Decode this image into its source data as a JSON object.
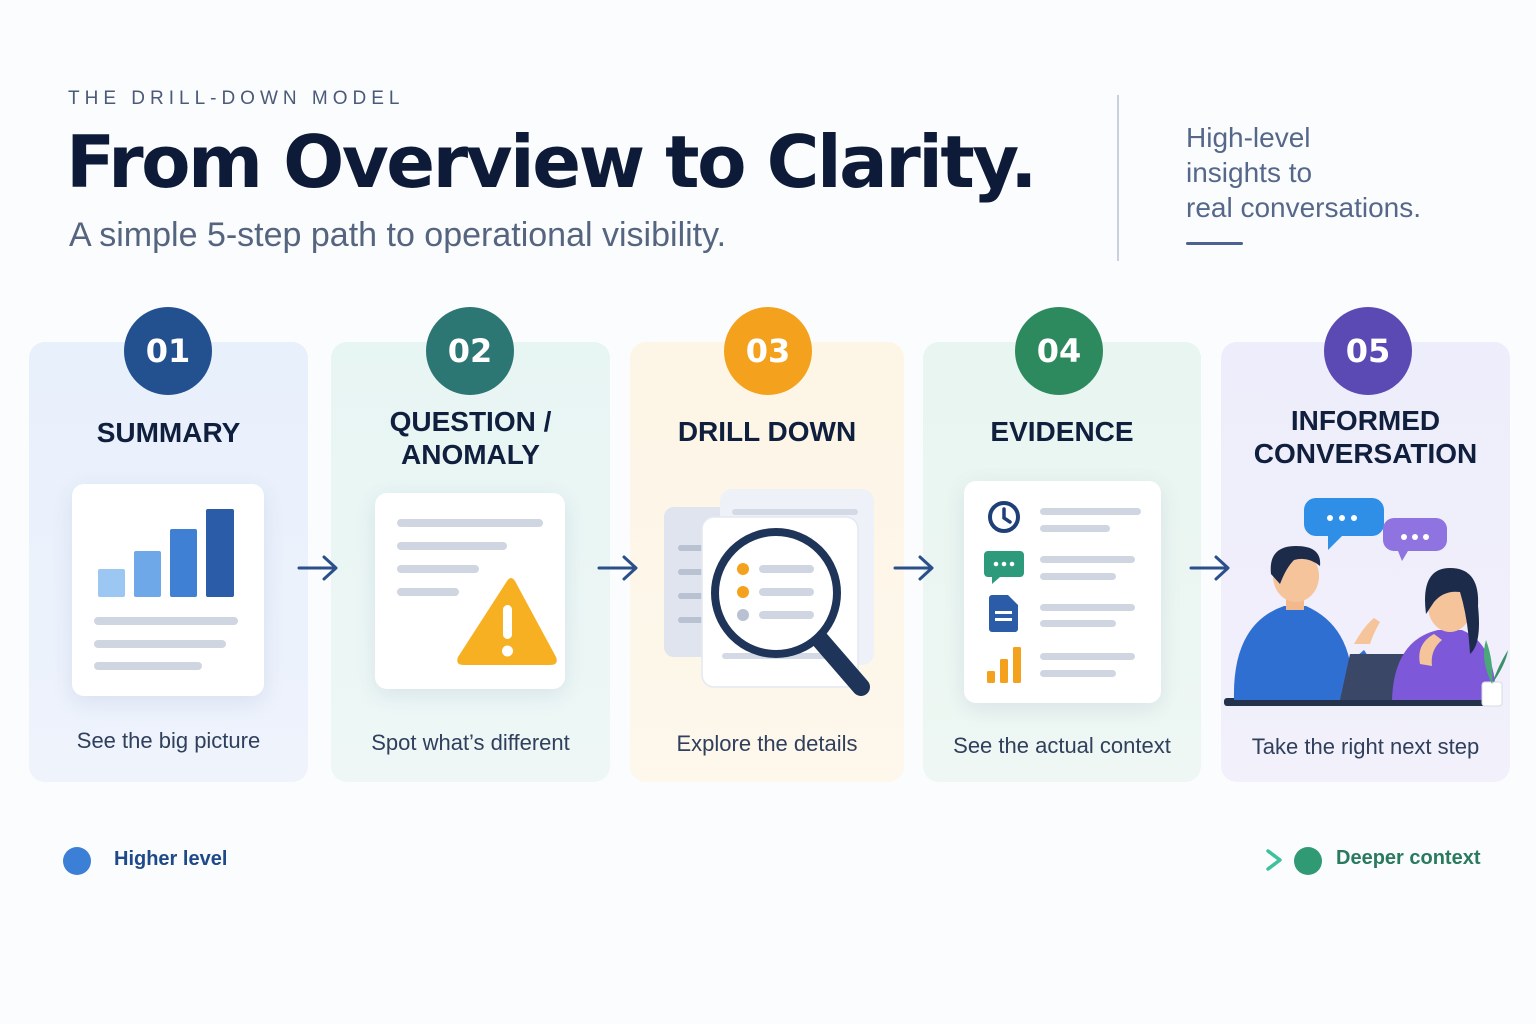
{
  "header": {
    "eyebrow": "THE DRILL-DOWN MODEL",
    "title": "From Overview to Clarity.",
    "subtitle": "A simple 5-step path to operational visibility.",
    "tagline": [
      "High-level",
      "insights to",
      "real conversations."
    ]
  },
  "steps": [
    {
      "number": "01",
      "title": [
        "SUMMARY"
      ],
      "caption": "See the big picture",
      "color": "#23508f",
      "icon": "bar-chart-report-icon"
    },
    {
      "number": "02",
      "title": [
        "QUESTION /",
        "ANOMALY"
      ],
      "caption": "Spot what’s different",
      "color": "#2c7673",
      "icon": "warning-triangle-icon"
    },
    {
      "number": "03",
      "title": [
        "DRILL DOWN"
      ],
      "caption": "Explore the details",
      "color": "#f4a21d",
      "icon": "magnifying-glass-icon"
    },
    {
      "number": "04",
      "title": [
        "EVIDENCE"
      ],
      "caption": "See the actual context",
      "color": "#2d8a5f",
      "icon": "evidence-list-icon"
    },
    {
      "number": "05",
      "title": [
        "INFORMED",
        "CONVERSATION"
      ],
      "caption": "Take the right next step",
      "color": "#5b49b4",
      "icon": "conversation-icon"
    }
  ],
  "progress": {
    "start_label": "Higher level",
    "end_label": "Deeper context",
    "start_color": "#3b7fd6",
    "end_color": "#2f9a74"
  }
}
